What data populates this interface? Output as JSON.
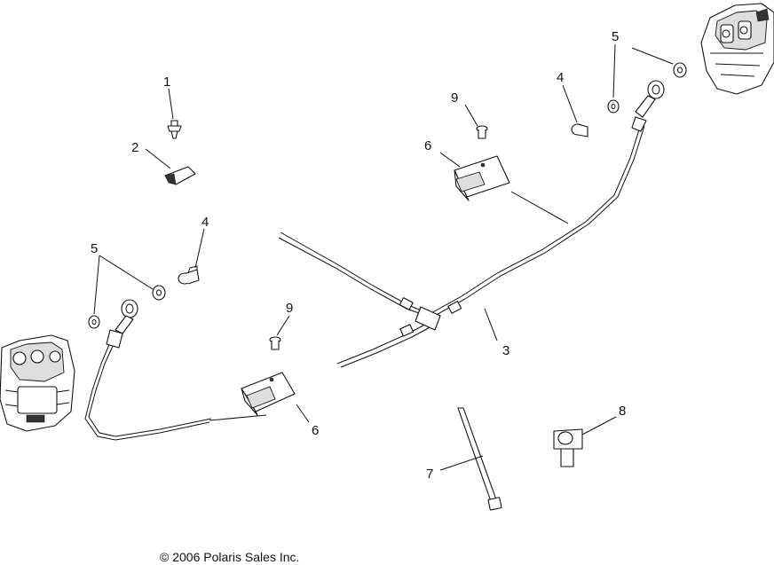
{
  "callouts": {
    "c1": "1",
    "c2": "2",
    "c3": "3",
    "c4a": "4",
    "c4b": "4",
    "c5a": "5",
    "c5b": "5",
    "c6a": "6",
    "c6b": "6",
    "c7": "7",
    "c8": "8",
    "c9a": "9",
    "c9b": "9"
  },
  "copyright": "© 2006 Polaris Sales Inc."
}
